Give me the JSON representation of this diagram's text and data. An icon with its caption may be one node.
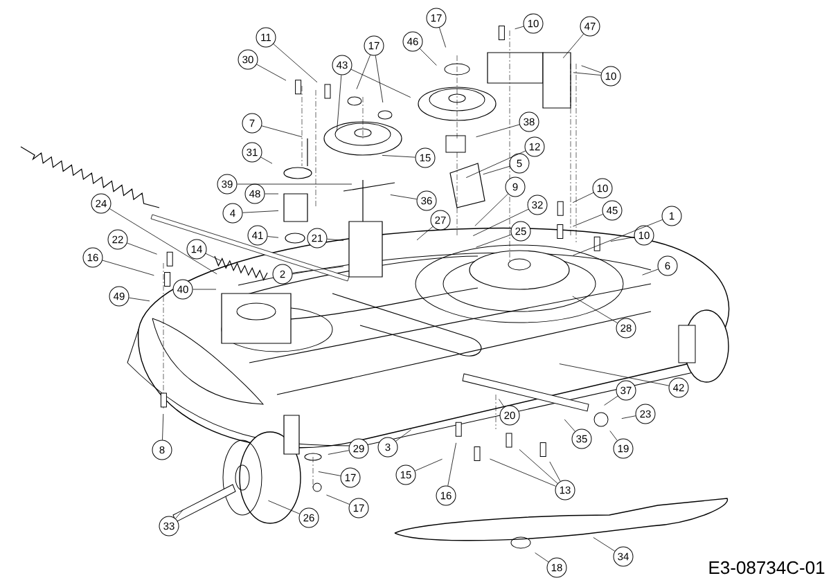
{
  "diagram": {
    "nodes": [
      {
        "text": [
          "17"
        ]
      },
      {
        "text": [
          "10"
        ]
      },
      {
        "text": [
          "47"
        ]
      },
      {
        "text": [
          "11"
        ]
      },
      {
        "text": [
          "17"
        ]
      },
      {
        "text": [
          "46"
        ]
      },
      {
        "text": [
          "30"
        ]
      },
      {
        "text": [
          "43"
        ]
      },
      {
        "text": [
          "10"
        ]
      },
      {
        "text": [
          "38"
        ]
      },
      {
        "text": [
          "7"
        ]
      },
      {
        "text": [
          "31"
        ]
      },
      {
        "text": [
          "12"
        ]
      },
      {
        "text": [
          "15"
        ]
      },
      {
        "text": [
          "5"
        ]
      },
      {
        "text": [
          "39"
        ]
      },
      {
        "text": [
          "9"
        ]
      },
      {
        "text": [
          "10"
        ]
      },
      {
        "text": [
          "48"
        ]
      },
      {
        "text": [
          "36"
        ]
      },
      {
        "text": [
          "24"
        ]
      },
      {
        "text": [
          "32"
        ]
      },
      {
        "text": [
          "4"
        ]
      },
      {
        "text": [
          "45"
        ]
      },
      {
        "text": [
          "1"
        ]
      },
      {
        "text": [
          "27"
        ]
      },
      {
        "text": [
          "41"
        ]
      },
      {
        "text": [
          "25"
        ]
      },
      {
        "text": [
          "10"
        ]
      },
      {
        "text": [
          "21"
        ]
      },
      {
        "text": [
          "14"
        ]
      },
      {
        "text": [
          "22"
        ]
      },
      {
        "text": [
          "16"
        ]
      },
      {
        "text": [
          "6"
        ]
      },
      {
        "text": [
          "2"
        ]
      },
      {
        "text": [
          "40"
        ]
      },
      {
        "text": [
          "49"
        ]
      },
      {
        "text": [
          "28"
        ]
      },
      {
        "text": [
          "42"
        ]
      },
      {
        "text": [
          "37"
        ]
      },
      {
        "text": [
          "23"
        ]
      },
      {
        "text": [
          "20"
        ]
      },
      {
        "text": [
          "35"
        ]
      },
      {
        "text": [
          "19"
        ]
      },
      {
        "text": [
          "3"
        ]
      },
      {
        "text": [
          "29"
        ]
      },
      {
        "text": [
          "8"
        ]
      },
      {
        "text": [
          "15"
        ]
      },
      {
        "text": [
          "17"
        ]
      },
      {
        "text": [
          "13"
        ]
      },
      {
        "text": [
          "16"
        ]
      },
      {
        "text": [
          "17"
        ]
      },
      {
        "text": [
          "26"
        ]
      },
      {
        "text": [
          "33"
        ]
      },
      {
        "text": [
          "34"
        ]
      },
      {
        "text": [
          "18"
        ]
      }
    ],
    "edges": [
      {
        "from": 0,
        "to": null,
        "arrow": "none"
      },
      {
        "from": 1,
        "to": null,
        "arrow": "none"
      },
      {
        "from": 2,
        "to": null,
        "arrow": "none"
      },
      {
        "from": 3,
        "to": null,
        "arrow": "none"
      },
      {
        "from": 4,
        "to": null,
        "arrow": "none"
      },
      {
        "from": 4,
        "to": null,
        "arrow": "none"
      },
      {
        "from": 5,
        "to": null,
        "arrow": "none"
      },
      {
        "from": 6,
        "to": null,
        "arrow": "none"
      },
      {
        "from": 7,
        "to": null,
        "arrow": "none"
      },
      {
        "from": 7,
        "to": null,
        "arrow": "none"
      },
      {
        "from": 8,
        "to": null,
        "arrow": "none"
      },
      {
        "from": 8,
        "to": null,
        "arrow": "none"
      },
      {
        "from": 9,
        "to": null,
        "arrow": "none"
      },
      {
        "from": 10,
        "to": null,
        "arrow": "none"
      },
      {
        "from": 11,
        "to": null,
        "arrow": "none"
      },
      {
        "from": 12,
        "to": null,
        "arrow": "none"
      },
      {
        "from": 13,
        "to": null,
        "arrow": "none"
      },
      {
        "from": 14,
        "to": null,
        "arrow": "none"
      },
      {
        "from": 15,
        "to": null,
        "arrow": "none"
      },
      {
        "from": 16,
        "to": null,
        "arrow": "none"
      },
      {
        "from": 17,
        "to": null,
        "arrow": "none"
      },
      {
        "from": 18,
        "to": null,
        "arrow": "none"
      },
      {
        "from": 19,
        "to": null,
        "arrow": "none"
      },
      {
        "from": 20,
        "to": null,
        "arrow": "none"
      },
      {
        "from": 21,
        "to": null,
        "arrow": "none"
      },
      {
        "from": 22,
        "to": null,
        "arrow": "none"
      },
      {
        "from": 23,
        "to": null,
        "arrow": "none"
      },
      {
        "from": 24,
        "to": null,
        "arrow": "none"
      },
      {
        "from": 25,
        "to": null,
        "arrow": "none"
      },
      {
        "from": 26,
        "to": null,
        "arrow": "none"
      },
      {
        "from": 27,
        "to": null,
        "arrow": "none"
      },
      {
        "from": 28,
        "to": null,
        "arrow": "none"
      },
      {
        "from": 29,
        "to": null,
        "arrow": "none"
      },
      {
        "from": 30,
        "to": null,
        "arrow": "none"
      },
      {
        "from": 31,
        "to": null,
        "arrow": "none"
      },
      {
        "from": 32,
        "to": null,
        "arrow": "none"
      },
      {
        "from": 33,
        "to": null,
        "arrow": "none"
      },
      {
        "from": 34,
        "to": null,
        "arrow": "none"
      },
      {
        "from": 35,
        "to": null,
        "arrow": "none"
      },
      {
        "from": 36,
        "to": null,
        "arrow": "none"
      },
      {
        "from": 37,
        "to": null,
        "arrow": "none"
      },
      {
        "from": 38,
        "to": null,
        "arrow": "none"
      },
      {
        "from": 39,
        "to": null,
        "arrow": "none"
      },
      {
        "from": 40,
        "to": null,
        "arrow": "none"
      },
      {
        "from": 41,
        "to": null,
        "arrow": "none"
      },
      {
        "from": 42,
        "to": null,
        "arrow": "none"
      },
      {
        "from": 43,
        "to": null,
        "arrow": "none"
      },
      {
        "from": 44,
        "to": null,
        "arrow": "none"
      },
      {
        "from": 45,
        "to": null,
        "arrow": "none"
      },
      {
        "from": 46,
        "to": null,
        "arrow": "none"
      },
      {
        "from": 47,
        "to": null,
        "arrow": "none"
      },
      {
        "from": 48,
        "to": null,
        "arrow": "none"
      },
      {
        "from": 49,
        "to": null,
        "arrow": "none"
      },
      {
        "from": 49,
        "to": null,
        "arrow": "none"
      },
      {
        "from": 49,
        "to": null,
        "arrow": "none"
      },
      {
        "from": 50,
        "to": null,
        "arrow": "none"
      },
      {
        "from": 51,
        "to": null,
        "arrow": "none"
      },
      {
        "from": 52,
        "to": null,
        "arrow": "none"
      },
      {
        "from": 53,
        "to": null,
        "arrow": "none"
      },
      {
        "from": 54,
        "to": null,
        "arrow": "none"
      },
      {
        "from": 55,
        "to": null,
        "arrow": "none"
      }
    ],
    "labels": [
      "E3-08734C-01"
    ]
  }
}
